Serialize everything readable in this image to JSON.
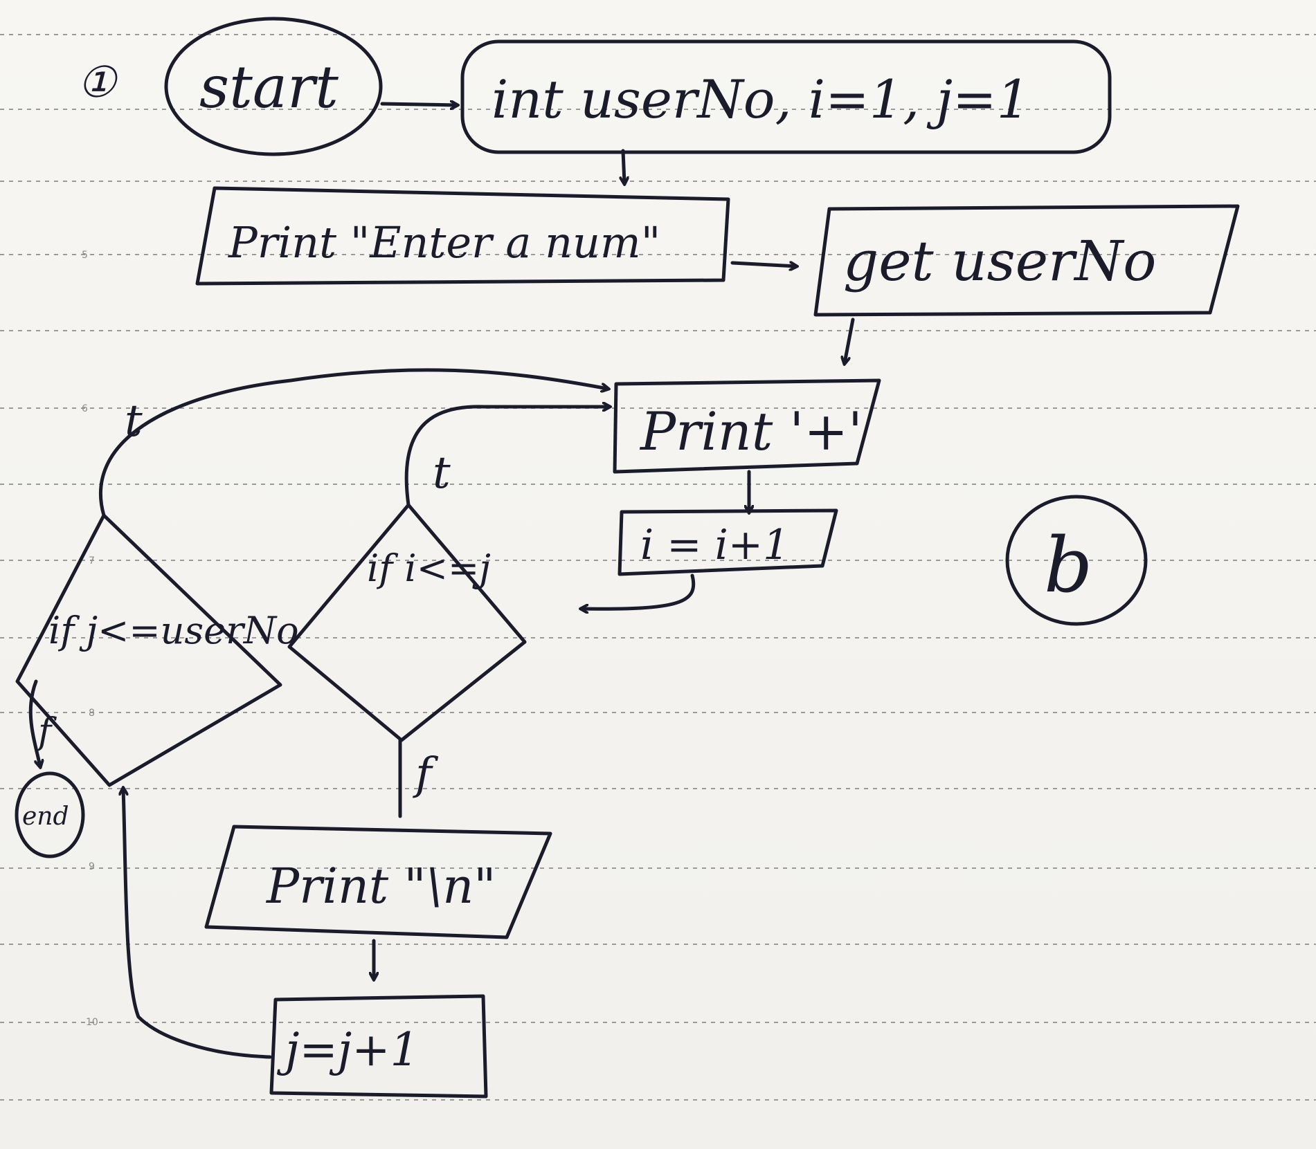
{
  "labels": {
    "page_number": "①",
    "start": "start",
    "declare": "int userNo, i=1, j=1",
    "prompt": "Print \"Enter a num\"",
    "input": "get userNo",
    "print_plus": "Print '+'",
    "increment_i": "i = i+1",
    "cond_inner": "if i<=j",
    "cond_outer": "if j<=userNo",
    "print_newline": "Print \"\\n\"",
    "increment_j": "j=j+1",
    "end": "end",
    "true_outer": "t",
    "true_inner": "t",
    "false_inner": "f",
    "false_outer": "f",
    "question_tag": "b"
  },
  "line_numbers": [
    "5",
    "6",
    "7",
    "8",
    "9",
    "10"
  ],
  "colors": {
    "ink": "#1b1c2b",
    "paper": "#f4f3ef",
    "rule": "#9a9a9a"
  }
}
